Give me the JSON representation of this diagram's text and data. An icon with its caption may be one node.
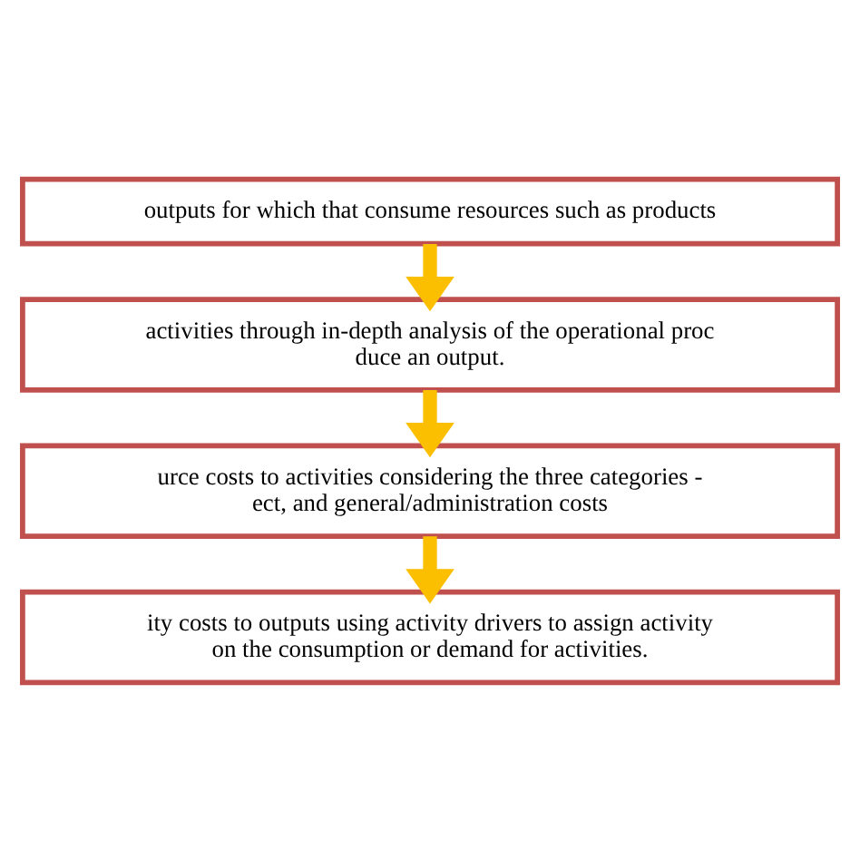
{
  "diagram": {
    "nodes": [
      {
        "text": [
          "outputs for which that consume resources such as products"
        ]
      },
      {
        "text": [
          "activities through in-depth analysis of the operational proc duce an output."
        ]
      },
      {
        "text": [
          "urce costs to activities considering the three categories - ect, and general/administration costs"
        ]
      },
      {
        "text": [
          "ity costs to outputs using activity drivers to assign activity on the consumption or demand for activities."
        ]
      }
    ],
    "edges": [
      {
        "from": 0,
        "to": 1,
        "arrow": "to"
      },
      {
        "from": 1,
        "to": 2,
        "arrow": "to"
      },
      {
        "from": 2,
        "to": 3,
        "arrow": "to"
      }
    ]
  }
}
